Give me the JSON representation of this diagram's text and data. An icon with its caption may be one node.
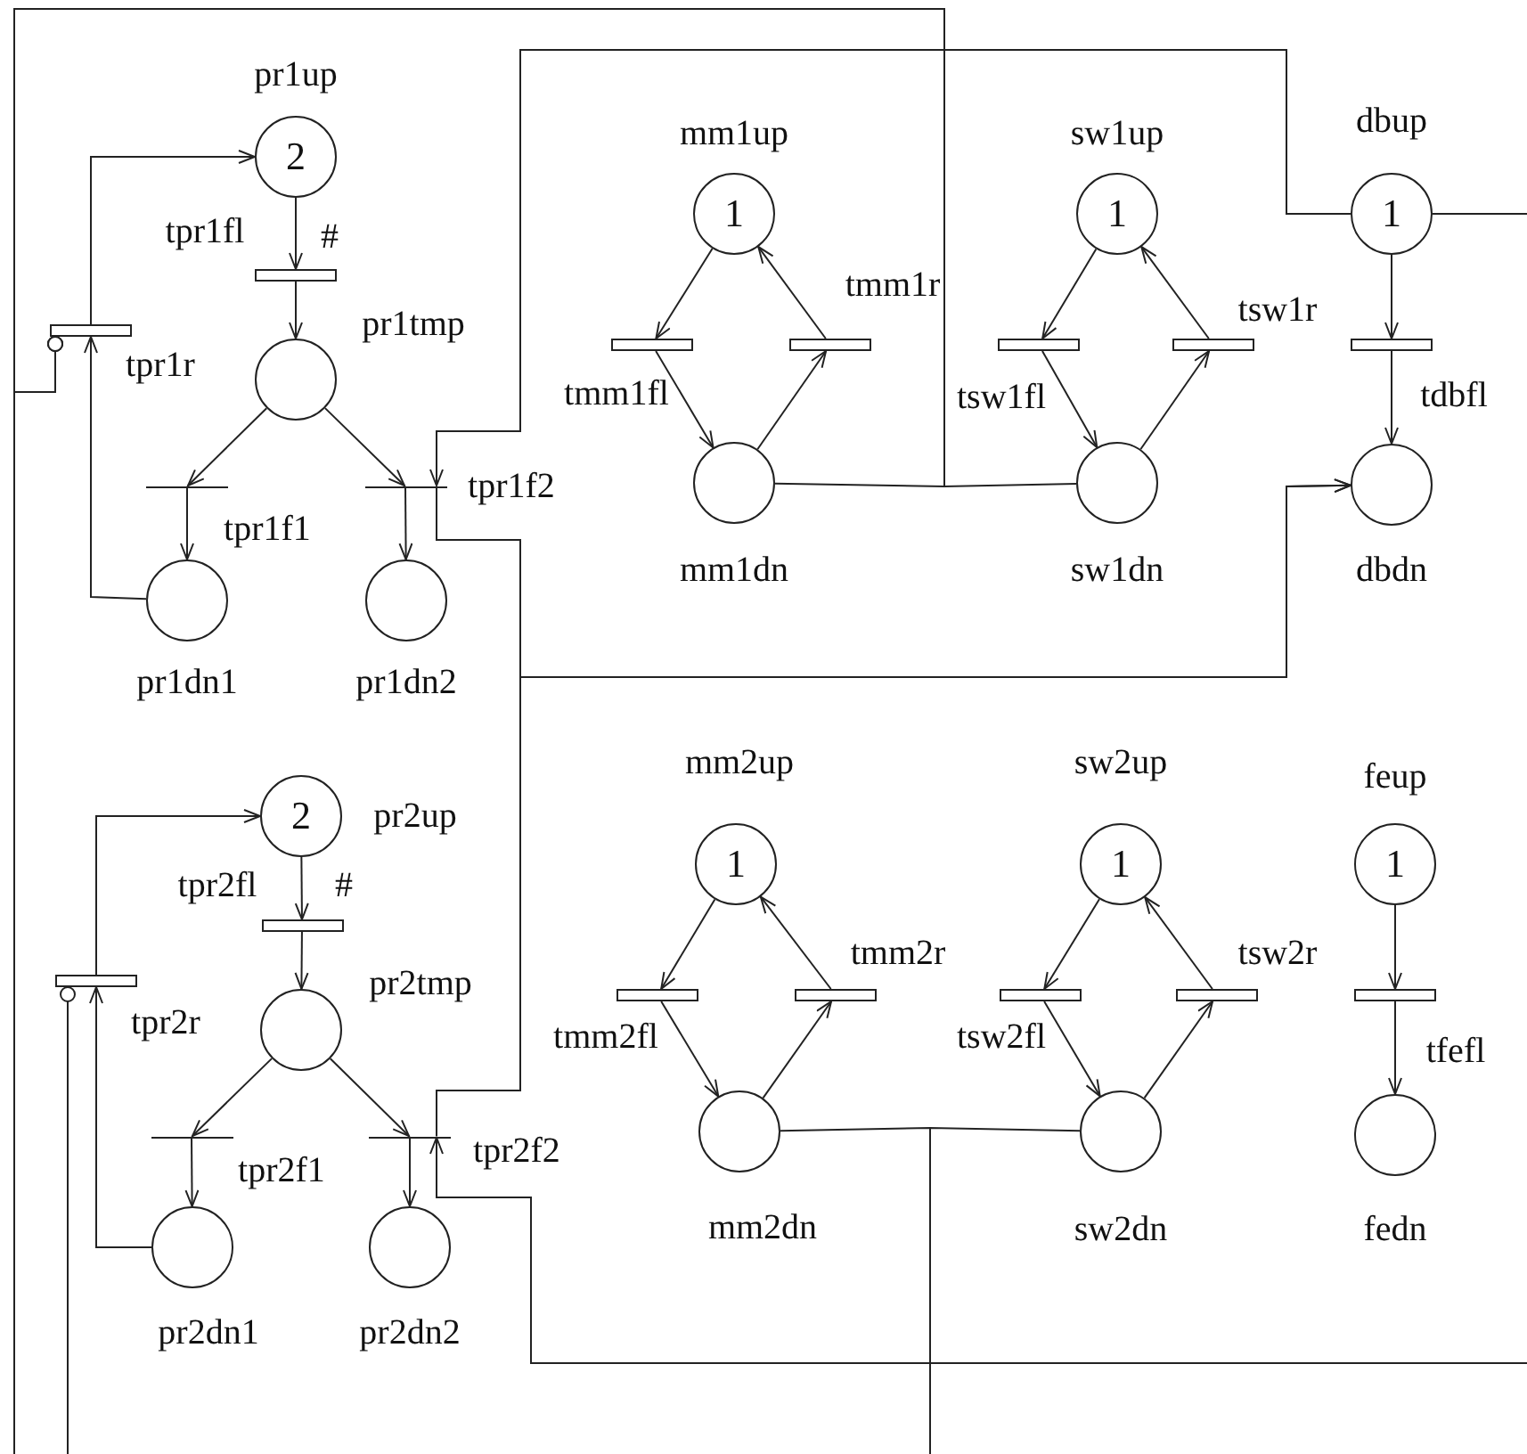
{
  "diagram": {
    "nodes": [
      {
        "text": [
          "2"
        ],
        "beside": [
          "pr1up"
        ]
      },
      {
        "text": [],
        "shape": "bar",
        "beside": [
          "tpr1fl"
        ]
      },
      {
        "text": [],
        "shape": "bar",
        "beside": [
          "tpr1r"
        ]
      },
      {
        "text": [],
        "shape": "circle",
        "beside": [
          "pr1tmp"
        ]
      },
      {
        "text": [],
        "shape": "line",
        "beside": [
          "tpr1f1"
        ]
      },
      {
        "text": [],
        "shape": "line",
        "beside": [
          "tpr1f2"
        ]
      },
      {
        "text": [],
        "shape": "circle",
        "beside": [
          "pr1dn1"
        ]
      },
      {
        "text": [],
        "shape": "circle",
        "beside": [
          "pr1dn2"
        ]
      },
      {
        "text": [
          "1"
        ],
        "beside": [
          "mm1up"
        ]
      },
      {
        "text": [],
        "shape": "bar",
        "beside": [
          "tmm1fl"
        ]
      },
      {
        "text": [],
        "shape": "bar",
        "beside": [
          "tmm1r"
        ]
      },
      {
        "text": [],
        "shape": "circle",
        "beside": [
          "mm1dn"
        ]
      },
      {
        "text": [
          "1"
        ],
        "beside": [
          "sw1up"
        ]
      },
      {
        "text": [],
        "shape": "bar",
        "beside": [
          "tsw1fl"
        ]
      },
      {
        "text": [],
        "shape": "bar",
        "beside": [
          "tsw1r"
        ]
      },
      {
        "text": [],
        "shape": "circle",
        "beside": [
          "sw1dn"
        ]
      },
      {
        "text": [
          "1"
        ],
        "beside": [
          "dbup"
        ]
      },
      {
        "text": [],
        "shape": "bar",
        "beside": [
          "tdbfl"
        ]
      },
      {
        "text": [],
        "shape": "circle",
        "beside": [
          "dbdn"
        ]
      },
      {
        "text": [
          "2"
        ],
        "beside": [
          "pr2up"
        ]
      },
      {
        "text": [],
        "shape": "bar",
        "beside": [
          "tpr2fl"
        ]
      },
      {
        "text": [],
        "shape": "bar",
        "beside": [
          "tpr2r"
        ]
      },
      {
        "text": [],
        "shape": "circle",
        "beside": [
          "pr2tmp"
        ]
      },
      {
        "text": [],
        "shape": "line",
        "beside": [
          "tpr2f1"
        ]
      },
      {
        "text": [],
        "shape": "line",
        "beside": [
          "tpr2f2"
        ]
      },
      {
        "text": [],
        "shape": "circle",
        "beside": [
          "pr2dn1"
        ]
      },
      {
        "text": [],
        "shape": "circle",
        "beside": [
          "pr2dn2"
        ]
      },
      {
        "text": [
          "1"
        ],
        "beside": [
          "mm2up"
        ]
      },
      {
        "text": [],
        "shape": "bar",
        "beside": [
          "tmm2fl"
        ]
      },
      {
        "text": [],
        "shape": "bar",
        "beside": [
          "tmm2r"
        ]
      },
      {
        "text": [],
        "shape": "circle",
        "beside": [
          "mm2dn"
        ]
      },
      {
        "text": [
          "1"
        ],
        "beside": [
          "sw2up"
        ]
      },
      {
        "text": [],
        "shape": "bar",
        "beside": [
          "tsw2fl"
        ]
      },
      {
        "text": [],
        "shape": "bar",
        "beside": [
          "tsw2r"
        ]
      },
      {
        "text": [],
        "shape": "circle",
        "beside": [
          "sw2dn"
        ]
      },
      {
        "text": [
          "1"
        ],
        "beside": [
          "feup"
        ]
      },
      {
        "text": [],
        "shape": "bar",
        "beside": [
          "tfefl"
        ]
      },
      {
        "text": [],
        "shape": "circle",
        "beside": [
          "fedn"
        ]
      }
    ],
    "edges": [
      {
        "from": 0,
        "to": 1,
        "arrow": "to"
      },
      {
        "from": 1,
        "to": 3,
        "arrow": "to"
      },
      {
        "from": 3,
        "to": 4,
        "arrow": "to"
      },
      {
        "from": 3,
        "to": 5,
        "arrow": "to"
      },
      {
        "from": 4,
        "to": 6,
        "arrow": "to"
      },
      {
        "from": 5,
        "to": 7,
        "arrow": "to"
      },
      {
        "from": 6,
        "to": 2,
        "arrow": "to"
      },
      {
        "from": 2,
        "to": 0,
        "arrow": "to"
      },
      {
        "from": 11,
        "to": 2,
        "arrow": "other"
      },
      {
        "from": 15,
        "to": 2,
        "arrow": "other"
      },
      {
        "from": null,
        "to": 2,
        "arrow": "other"
      },
      {
        "from": 16,
        "to": 5,
        "arrow": "to"
      },
      {
        "from": 5,
        "to": 18,
        "arrow": "to"
      },
      {
        "from": 24,
        "to": 18,
        "arrow": "to"
      },
      {
        "from": 16,
        "to": null,
        "arrow": "none"
      },
      {
        "from": 8,
        "to": 9,
        "arrow": "to"
      },
      {
        "from": 9,
        "to": 11,
        "arrow": "to"
      },
      {
        "from": 11,
        "to": 10,
        "arrow": "to"
      },
      {
        "from": 10,
        "to": 8,
        "arrow": "to"
      },
      {
        "from": 12,
        "to": 13,
        "arrow": "to"
      },
      {
        "from": 13,
        "to": 15,
        "arrow": "to"
      },
      {
        "from": 15,
        "to": 14,
        "arrow": "to"
      },
      {
        "from": 14,
        "to": 12,
        "arrow": "to"
      },
      {
        "from": 16,
        "to": 17,
        "arrow": "to"
      },
      {
        "from": 17,
        "to": 18,
        "arrow": "to"
      },
      {
        "from": 19,
        "to": 20,
        "arrow": "to"
      },
      {
        "from": 20,
        "to": 22,
        "arrow": "to"
      },
      {
        "from": 22,
        "to": 23,
        "arrow": "to"
      },
      {
        "from": 22,
        "to": 24,
        "arrow": "to"
      },
      {
        "from": 23,
        "to": 25,
        "arrow": "to"
      },
      {
        "from": 24,
        "to": 26,
        "arrow": "to"
      },
      {
        "from": 25,
        "to": 21,
        "arrow": "to"
      },
      {
        "from": 21,
        "to": 19,
        "arrow": "to"
      },
      {
        "from": null,
        "to": 21,
        "arrow": "other"
      },
      {
        "from": null,
        "to": 24,
        "arrow": "to"
      },
      {
        "from": 27,
        "to": 28,
        "arrow": "to"
      },
      {
        "from": 28,
        "to": 30,
        "arrow": "to"
      },
      {
        "from": 30,
        "to": 29,
        "arrow": "to"
      },
      {
        "from": 29,
        "to": 27,
        "arrow": "to"
      },
      {
        "from": 31,
        "to": 32,
        "arrow": "to"
      },
      {
        "from": 32,
        "to": 34,
        "arrow": "to"
      },
      {
        "from": 34,
        "to": 33,
        "arrow": "to"
      },
      {
        "from": 33,
        "to": 31,
        "arrow": "to"
      },
      {
        "from": 35,
        "to": 36,
        "arrow": "to"
      },
      {
        "from": 36,
        "to": 37,
        "arrow": "to"
      },
      {
        "from": 30,
        "to": null,
        "arrow": "none"
      },
      {
        "from": 34,
        "to": null,
        "arrow": "none"
      }
    ],
    "labels": [
      "#",
      "#"
    ]
  }
}
